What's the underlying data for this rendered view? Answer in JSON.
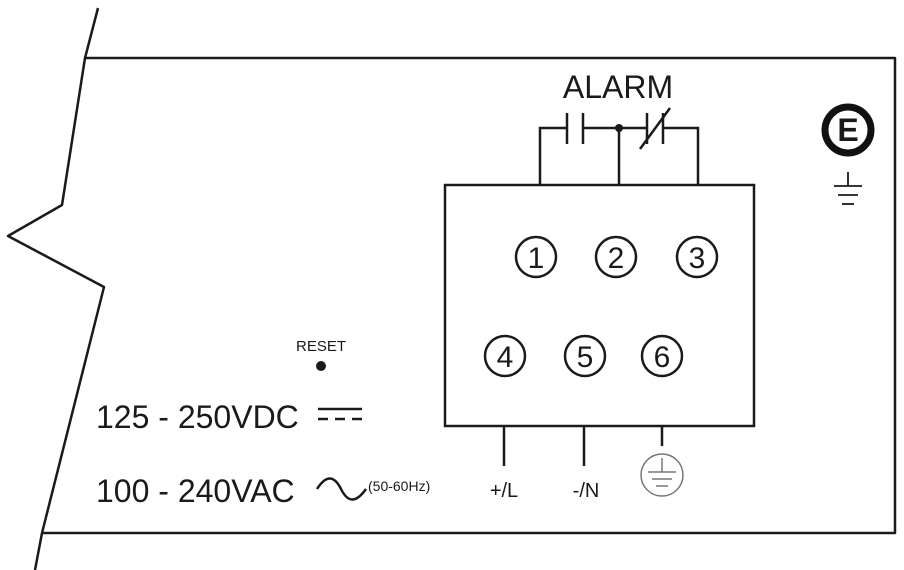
{
  "alarm": {
    "label": "ALARM"
  },
  "earth_badge": {
    "label": "E"
  },
  "terminals": [
    {
      "number": "1"
    },
    {
      "number": "2"
    },
    {
      "number": "3"
    },
    {
      "number": "4"
    },
    {
      "number": "5"
    },
    {
      "number": "6"
    }
  ],
  "wire_labels": {
    "positive": "+/L",
    "negative": "-/N"
  },
  "reset": {
    "label": "RESET"
  },
  "power": {
    "dc_range": "125 - 250VDC",
    "ac_range": "100 - 240VAC",
    "ac_frequency": "(50-60Hz)"
  }
}
